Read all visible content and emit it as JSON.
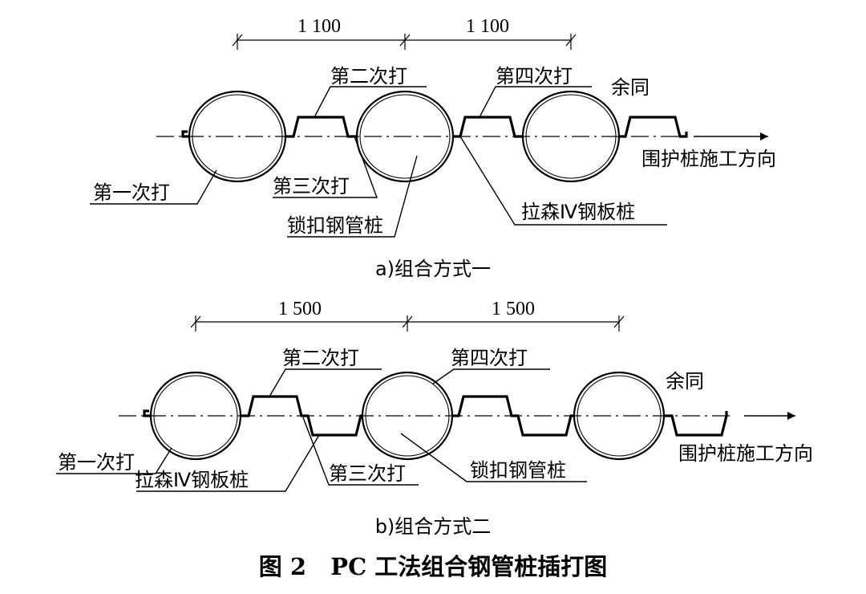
{
  "panel_a": {
    "dim_1": "1 100",
    "dim_2": "1 100",
    "label_second": "第二次打",
    "label_fourth": "第四次打",
    "label_same": "余同",
    "label_direction": "围护桩施工方向",
    "label_first": "第一次打",
    "label_third": "第三次打",
    "label_sheet_pile": "拉森Ⅳ钢板桩",
    "label_pipe_pile": "锁扣钢管桩",
    "caption": "a)组合方式一"
  },
  "panel_b": {
    "dim_1": "1 500",
    "dim_2": "1 500",
    "label_second": "第二次打",
    "label_fourth": "第四次打",
    "label_same": "余同",
    "label_direction": "围护桩施工方向",
    "label_first": "第一次打",
    "label_sheet_pile": "拉森Ⅳ钢板桩",
    "label_third": "第三次打",
    "label_pipe_pile": "锁扣钢管桩",
    "caption": "b)组合方式二"
  },
  "figure_title": "图 2   PC 工法组合钢管桩插打图"
}
